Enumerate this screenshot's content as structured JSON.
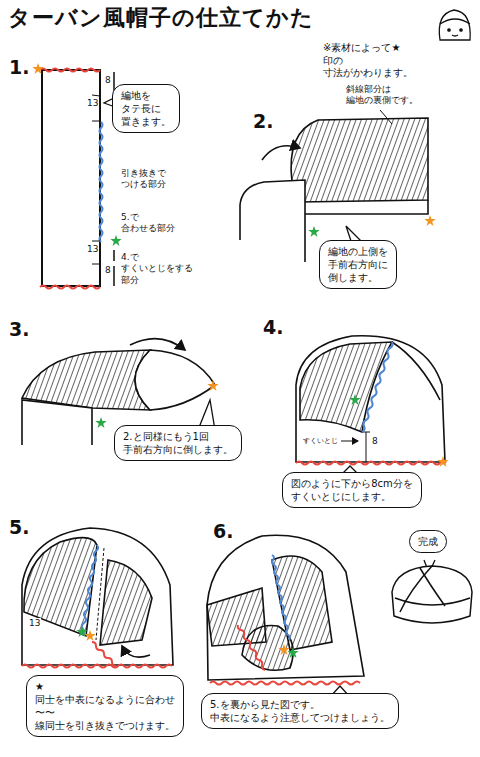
{
  "diagram": {
    "title": "ターバン風帽子の仕立てかた",
    "nodes": [
      {
        "text": [
          "編地を タテ長に 置きます。"
        ]
      },
      {
        "text": [
          "編地の上側を 手前右方向に 倒します。"
        ]
      },
      {
        "text": [
          "2.と同様にもう1回 手前右方向に倒します。"
        ]
      },
      {
        "text": [
          "図のように下から8cm分を すくいとじにします。"
        ]
      },
      {
        "text": [
          "★同士を中表になるように合わせ 〜〜線同士を引き抜きでつけます。"
        ]
      },
      {
        "text": [
          "5.を裏から見た図です。 中表になるよう注意してつけましょう。"
        ]
      },
      {
        "text": [
          "完成"
        ]
      }
    ],
    "labels": [
      "※素材によって★印の 寸法がかわります。",
      "1.",
      "8",
      "13",
      "引き抜きで つける部分",
      "5.で 合わせる部分",
      "13",
      "8",
      "4.で すくいとじをする 部分",
      "2.",
      "斜線部分は 編地の裏側です。",
      "3.",
      "4.",
      "すくいとじ",
      "8",
      "5.",
      "13",
      "6."
    ]
  }
}
